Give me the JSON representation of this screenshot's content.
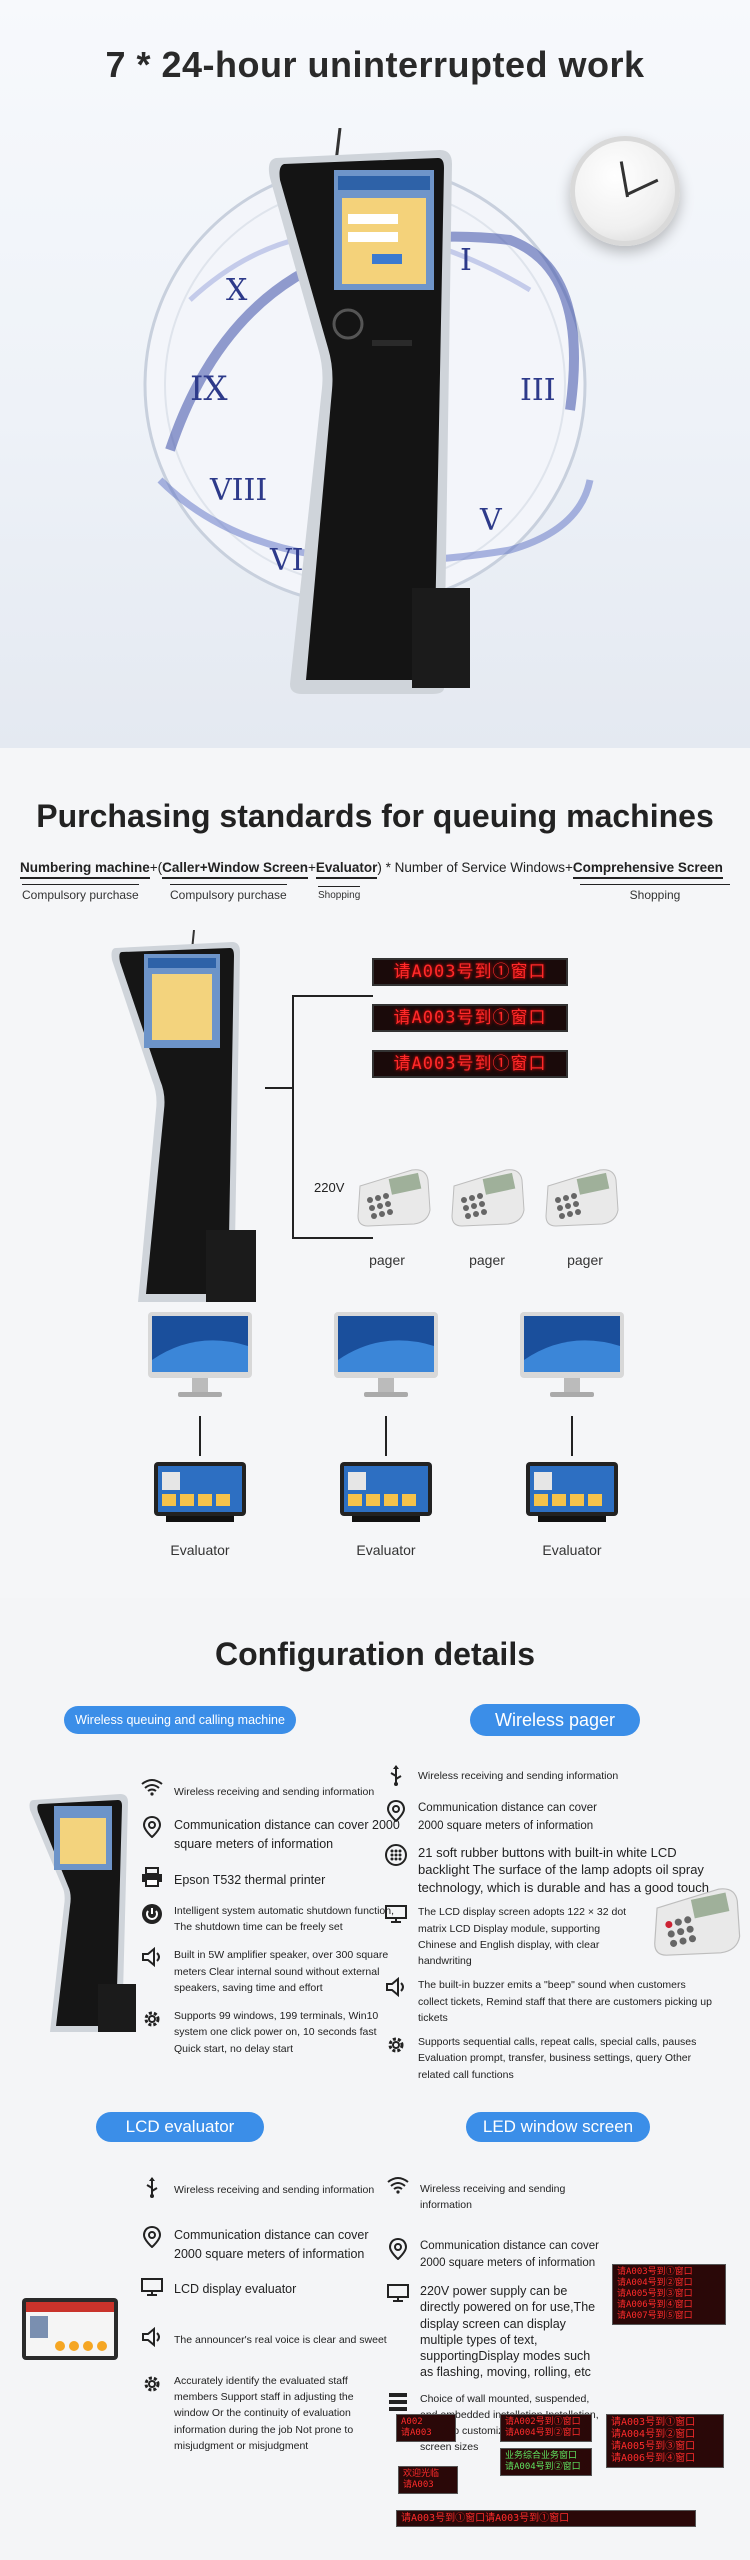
{
  "hero": {
    "title": "7 * 24-hour uninterrupted work"
  },
  "standards": {
    "title": "Purchasing standards for queuing machines",
    "formula": {
      "numbering_machine": "Numbering machine",
      "plus1": "+(",
      "caller_window": "Caller+Window Screen",
      "plus2": "+",
      "evaluator": "Evaluator",
      "multiplier": ") * Number of Service Windows+",
      "comprehensive_screen": "Comprehensive Screen"
    },
    "labels": {
      "compulsory_1": "Compulsory purchase",
      "compulsory_2": "Compulsory purchase",
      "shopping_1": "Shopping",
      "shopping_2": "Shopping"
    },
    "led_screens": [
      "请A003号到①窗口",
      "请A003号到①窗口",
      "请A003号到①窗口"
    ],
    "voltage": "220V",
    "pagers": [
      "pager",
      "pager",
      "pager"
    ],
    "evaluators": [
      "Evaluator",
      "Evaluator",
      "Evaluator"
    ]
  },
  "config": {
    "title": "Configuration details",
    "queuing": {
      "pill": "Wireless queuing and calling machine",
      "features": [
        {
          "icon": "wifi-icon",
          "text": "Wireless receiving and sending information"
        },
        {
          "icon": "location-icon",
          "text": "Communication distance can cover 2000 square meters of information"
        },
        {
          "icon": "printer-icon",
          "text": "Epson T532 thermal printer"
        },
        {
          "icon": "power-icon",
          "text": "Intelligent system automatic shutdown function, The shutdown time can be freely set"
        },
        {
          "icon": "speaker-icon",
          "text": "Built in 5W amplifier speaker, over 300 square meters Clear internal sound without external speakers, saving time and effort"
        },
        {
          "icon": "gear-icon",
          "text": "Supports 99 windows, 199 terminals, Win10 system one click power on, 10 seconds fast Quick start, no delay start"
        }
      ]
    },
    "pager": {
      "pill": "Wireless pager",
      "features": [
        {
          "icon": "usb-icon",
          "text": "Wireless receiving and sending information"
        },
        {
          "icon": "location-icon",
          "text": "Communication distance can cover 2000 square meters of information"
        },
        {
          "icon": "keypad-icon",
          "text": "21 soft rubber buttons with built-in white LCD backlight The surface of the lamp adopts oil spray technology, which is durable and has a good touch"
        },
        {
          "icon": "monitor-icon",
          "text": "The LCD display screen adopts 122 × 32 dot matrix LCD Display module, supporting Chinese and English display, with clear handwriting"
        },
        {
          "icon": "speaker-icon",
          "text": "The built-in buzzer emits a \"beep\" sound when customers collect tickets, Remind staff that there are customers picking up tickets"
        },
        {
          "icon": "gear-icon",
          "text": "Supports sequential calls, repeat calls, special calls, pauses Evaluation prompt, transfer, business settings, query Other related call functions"
        }
      ]
    },
    "evaluator": {
      "pill": "LCD evaluator",
      "features": [
        {
          "icon": "usb-icon",
          "text": "Wireless receiving and sending information"
        },
        {
          "icon": "location-icon",
          "text": "Communication distance can cover 2000 square meters of information"
        },
        {
          "icon": "monitor-icon",
          "text": "LCD display evaluator"
        },
        {
          "icon": "speaker-icon",
          "text": "The announcer's real voice is clear and sweet"
        },
        {
          "icon": "gear-icon",
          "text": "Accurately identify the evaluated staff members Support staff in adjusting the window Or the continuity of evaluation information during the job Not prone to misjudgment or misjudgment"
        }
      ]
    },
    "led_screen": {
      "pill": "LED window screen",
      "features": [
        {
          "icon": "wifi-icon",
          "text": "Wireless receiving and sending information"
        },
        {
          "icon": "location-icon",
          "text": "Communication distance can cover 2000 square meters of information"
        },
        {
          "icon": "monitor-icon",
          "text": "220V power supply can be directly powered on for use,The display screen can display multiple types of text, supportingDisplay modes such as flashing, moving, rolling, etc"
        },
        {
          "icon": "wall-mount-icon",
          "text": "Choice of wall mounted, suspended, and embedded installation Installation, can also customize various window screen sizes"
        }
      ],
      "samples": [
        "请A003号到①窗口\n请A004号到②窗口\n请A005号到③窗口\n请A006号到④窗口\n请A007号到⑤窗口",
        "请A003号到①窗口\n请A004号到②窗口\n请A005号到③窗口\n请A006号到④窗口",
        "A002\n请A003",
        "请A002号到①窗口\n请A004号到②窗口",
        "业务综合业务窗口\n请A004号到②窗口",
        "欢迎光临\n请A003",
        "请A003号到①窗口请A003号到①窗口"
      ]
    }
  }
}
